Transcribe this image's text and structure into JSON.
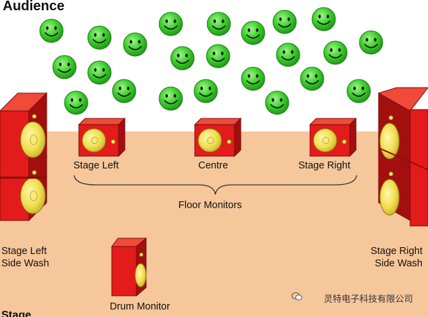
{
  "heading": "Audience",
  "labels": {
    "stage_left": "Stage Left",
    "centre": "Centre",
    "stage_right": "Stage Right",
    "floor_monitors": "Floor Monitors",
    "side_wash_left_1": "Stage Left",
    "side_wash_left_2": "Side Wash",
    "side_wash_right_1": "Stage Right",
    "side_wash_right_2": "Side Wash",
    "drum_monitor": "Drum Monitor",
    "bottom_partial": "Stage"
  },
  "watermark": "灵特电子科技有限公司",
  "colors": {
    "audience_face": "#33cc33",
    "speaker_red": "#e31b1b",
    "speaker_cone": "#f2e25a",
    "stage_floor": "#f6c79b"
  },
  "icons": {
    "audience_member": "smiley-face-icon",
    "speaker": "speaker-cabinet-icon"
  }
}
